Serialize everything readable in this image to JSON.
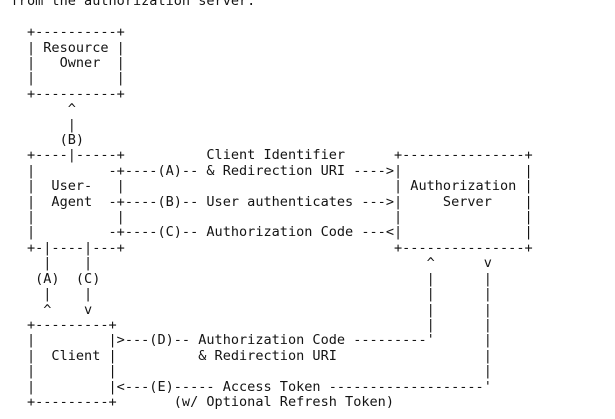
{
  "colors": {
    "background": "#ffffff",
    "text": "#141414"
  },
  "document": {
    "intro_line": " from the authorization server.",
    "figure": {
      "lines": [
        "   +----------+",
        "   | Resource |",
        "   |   Owner  |",
        "   |          |",
        "   +----------+",
        "        ^",
        "        |",
        "       (B)",
        "   +----|-----+          Client Identifier      +---------------+",
        "   |         -+----(A)-- & Redirection URI ---->|               |",
        "   |  User-   |                                 | Authorization |",
        "   |  Agent  -+----(B)-- User authenticates --->|     Server    |",
        "   |          |                                 |               |",
        "   |         -+----(C)-- Authorization Code ---<|               |",
        "   +-|----|---+                                 +---------------+",
        "     |    |                                         ^      v",
        "    (A)  (C)                                        |      |",
        "     |    |                                         |      |",
        "     ^    v                                         |      |",
        "   +---------+                                      |      |",
        "   |         |>---(D)-- Authorization Code ---------'      |",
        "   |  Client |          & Redirection URI                  |",
        "   |         |                                             |",
        "   |         |<---(E)----- Access Token -------------------'",
        "   +---------+       (w/ Optional Refresh Token)"
      ]
    }
  },
  "diagram": {
    "type": "ascii-flow-diagram",
    "entities": [
      "Resource Owner",
      "User-Agent",
      "Authorization Server",
      "Client"
    ],
    "flow_labels": [
      {
        "id": "(A)",
        "label": "Client Identifier & Redirection URI"
      },
      {
        "id": "(B)",
        "label": "User authenticates"
      },
      {
        "id": "(C)",
        "label": "Authorization Code"
      },
      {
        "id": "(D)",
        "label": "Authorization Code & Redirection URI"
      },
      {
        "id": "(E)",
        "label": "Access Token (w/ Optional Refresh Token)"
      }
    ]
  }
}
